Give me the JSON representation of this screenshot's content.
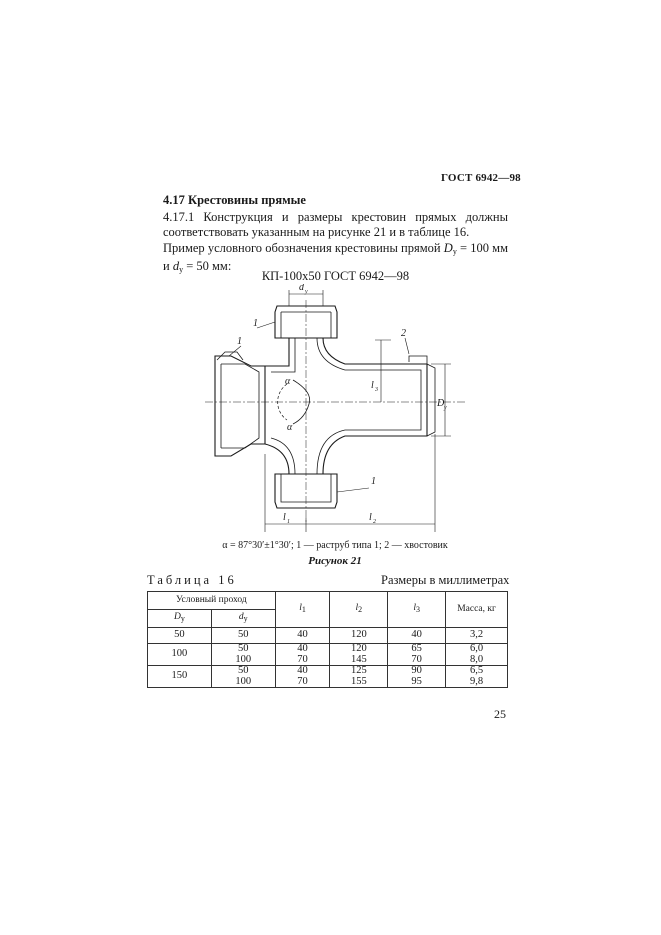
{
  "header": {
    "standard": "ГОСТ 6942—98"
  },
  "section": {
    "title": "4.17 Крестовины прямые",
    "para1": "4.17.1 Конструкция и размеры крестовин прямых должны соответствовать указанным на рисунке 21 и в таблице 16.",
    "para2_a": "Пример условного обозначения крестовины прямой ",
    "para2_D": "D",
    "para2_sub": "y",
    "para2_b": " = 100 мм и ",
    "para2_d": "d",
    "para2_c": " = 50 мм:",
    "designation": "КП-100х50 ГОСТ 6942—98"
  },
  "figure": {
    "labels": {
      "part1": "1",
      "part2": "2",
      "dy": "d",
      "Dy": "D",
      "sub_y": "y",
      "l1": "l",
      "l2": "l",
      "l3": "l",
      "l1_sub": "1",
      "l2_sub": "2",
      "l3_sub": "3",
      "alpha": "α"
    },
    "note": "α = 87°30′±1°30′; 1 — раструб типа 1; 2 — хвостовик",
    "caption": "Рисунок 21"
  },
  "table": {
    "label": "Таблица 16",
    "units": "Размеры в миллиметрах",
    "headers": {
      "passage": "Условный проход",
      "Dy": "D",
      "dy": "d",
      "sub_y": "y",
      "l1": "l",
      "l2": "l",
      "l3": "l",
      "l1_sub": "1",
      "l2_sub": "2",
      "l3_sub": "3",
      "mass": "Масса, кг"
    },
    "rows": [
      {
        "Dy": "50",
        "dy": [
          "50"
        ],
        "l1": [
          "40"
        ],
        "l2": [
          "120"
        ],
        "l3": [
          "40"
        ],
        "mass": [
          "3,2"
        ]
      },
      {
        "Dy": "100",
        "dy": [
          "50",
          "100"
        ],
        "l1": [
          "40",
          "70"
        ],
        "l2": [
          "120",
          "145"
        ],
        "l3": [
          "65",
          "70"
        ],
        "mass": [
          "6,0",
          "8,0"
        ]
      },
      {
        "Dy": "150",
        "dy": [
          "50",
          "100"
        ],
        "l1": [
          "40",
          "70"
        ],
        "l2": [
          "125",
          "155"
        ],
        "l3": [
          "90",
          "95"
        ],
        "mass": [
          "6,5",
          "9,8"
        ]
      }
    ]
  },
  "page_number": "25"
}
